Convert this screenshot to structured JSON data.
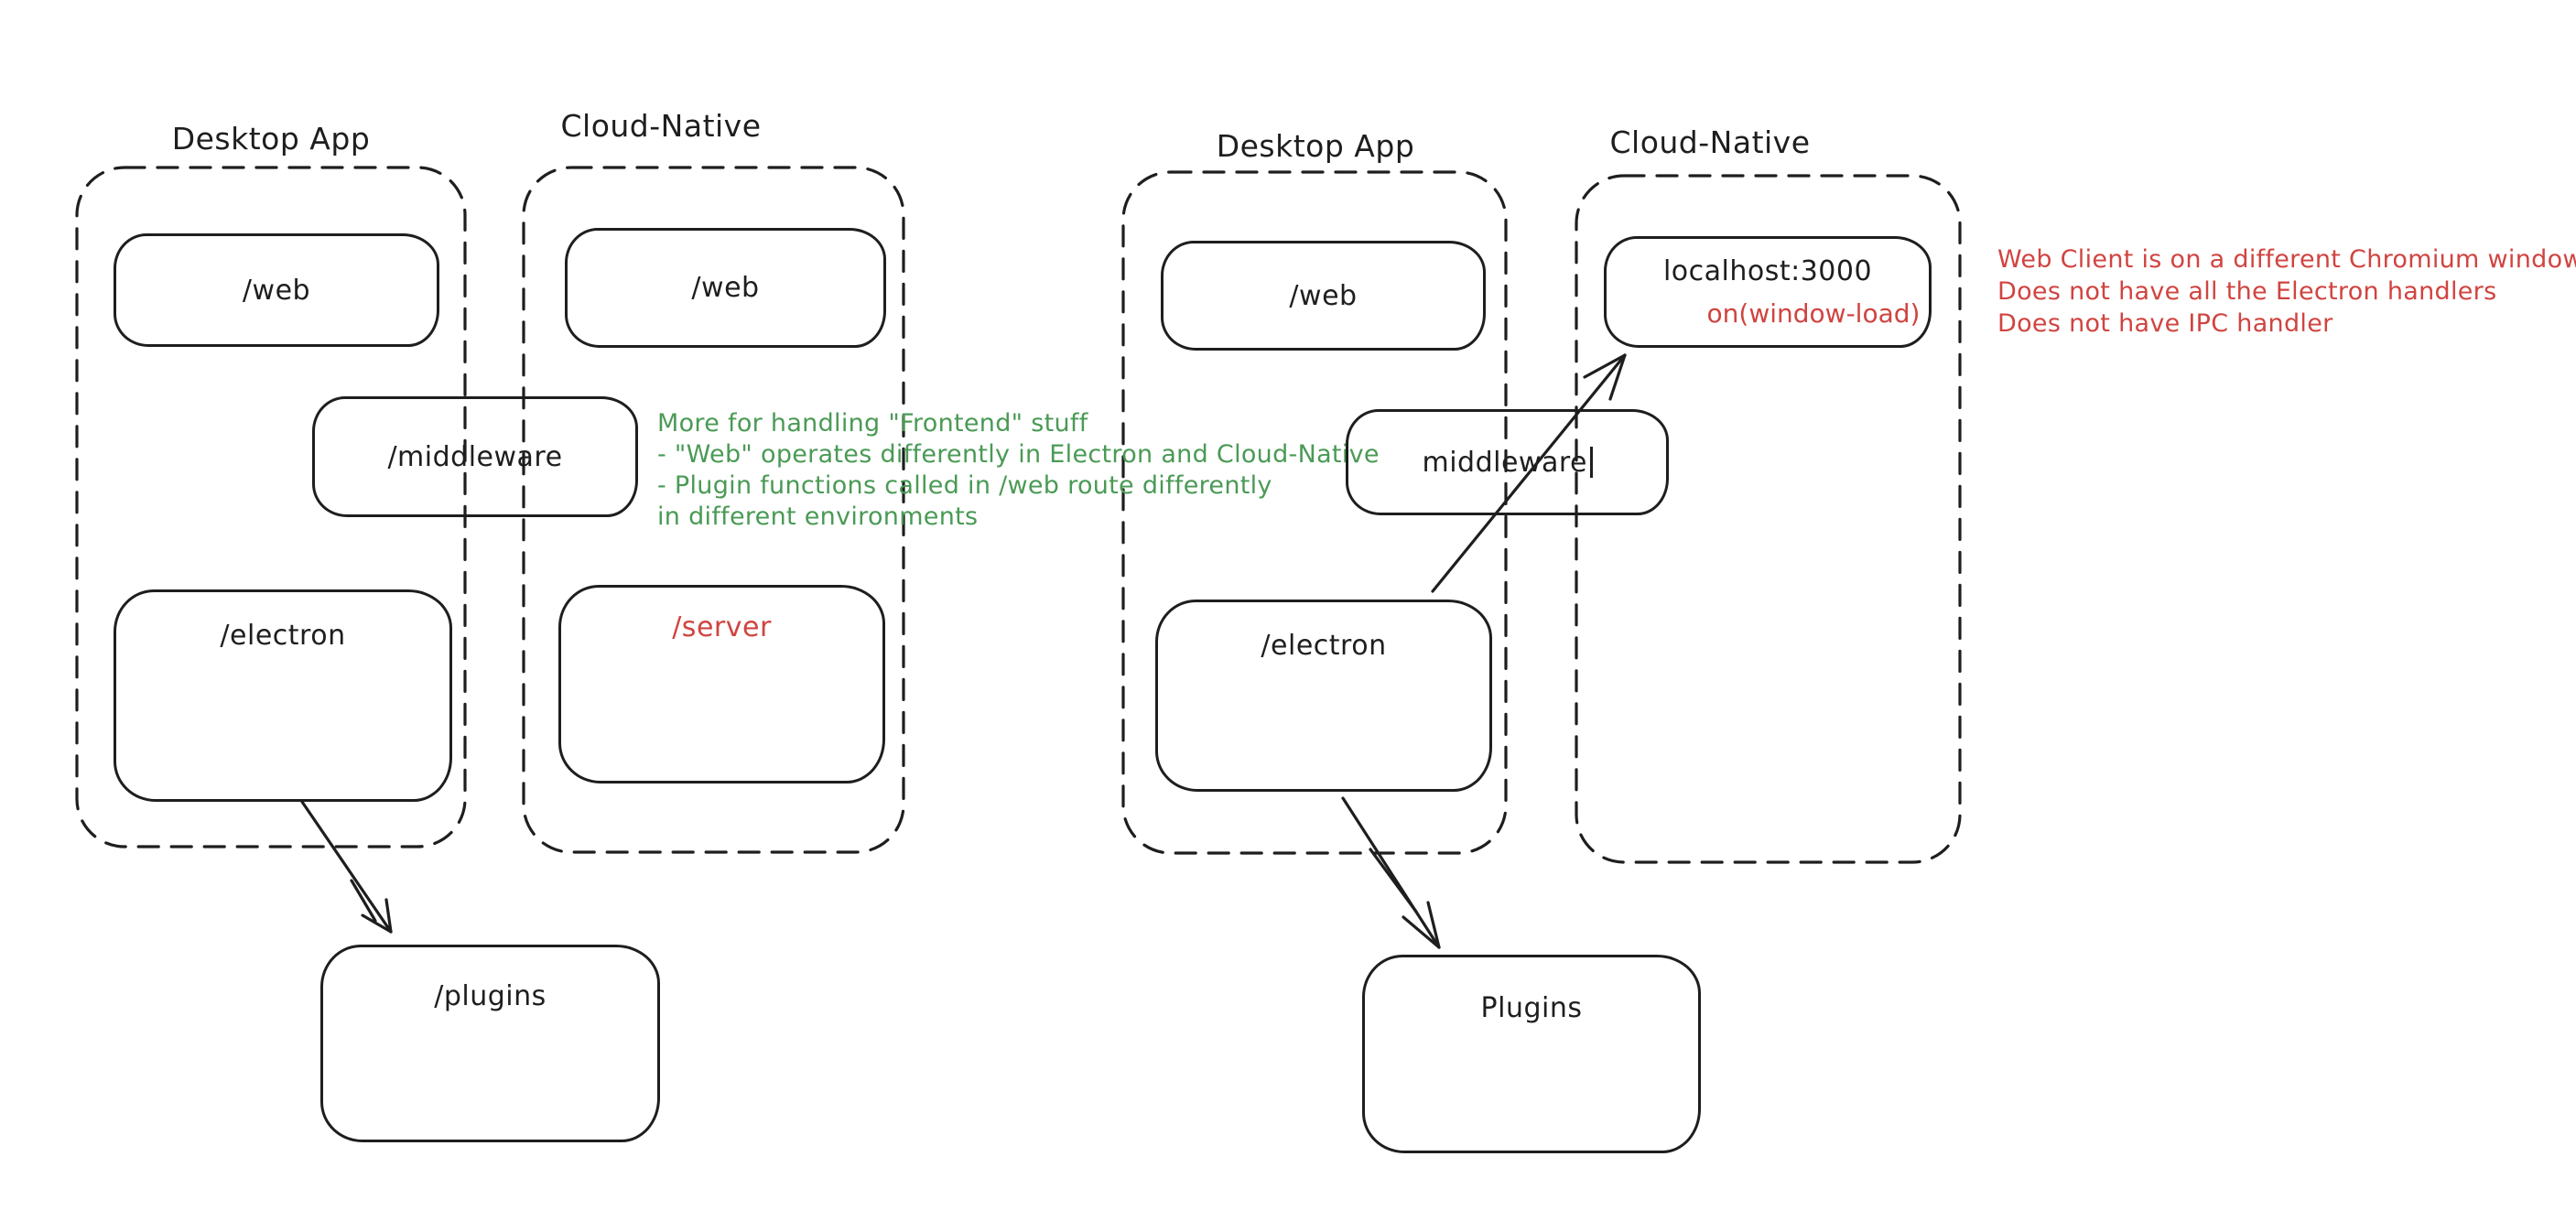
{
  "colors": {
    "ink": "#1e1e1e",
    "red": "#d04440",
    "green": "#4a9a55",
    "canvas": "#ffffff"
  },
  "diagram_left": {
    "desktop_group_label": "Desktop App",
    "cloud_group_label": "Cloud-Native",
    "nodes": {
      "web_desktop": "/web",
      "web_cloud": "/web",
      "middleware": "/middleware",
      "electron": "/electron",
      "server": "/server",
      "plugins": "/plugins"
    }
  },
  "diagram_right": {
    "desktop_group_label": "Desktop App",
    "cloud_group_label": "Cloud-Native",
    "nodes": {
      "web_desktop": "/web",
      "web_client": "localhost:3000",
      "web_client_event": "on(window-load)",
      "middleware": "middleware",
      "electron": "/electron",
      "plugins": "Plugins"
    }
  },
  "notes": {
    "middleware_note": {
      "color": "#4a9a55",
      "lines": [
        "More for handling \"Frontend\" stuff",
        "- \"Web\" operates differently in Electron and Cloud-Native",
        "- Plugin functions called in /web route differently",
        "in different environments"
      ]
    },
    "web_client_note": {
      "color": "#d04440",
      "lines": [
        "Web Client is on a different Chromium window",
        "Does not have all the Electron handlers",
        "Does not have IPC handler"
      ]
    }
  }
}
